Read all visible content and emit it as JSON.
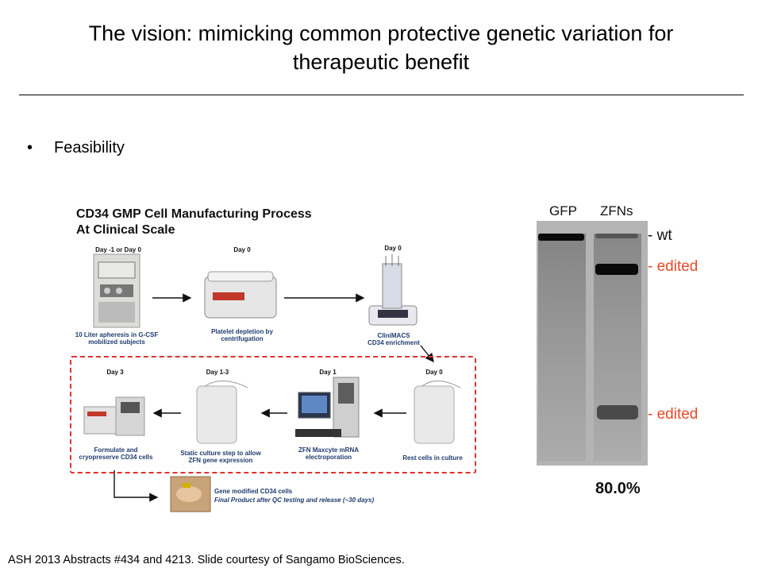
{
  "slide": {
    "title_line1": "The vision: mimicking common protective genetic variation for",
    "title_line2": "therapeutic benefit",
    "bullet": "Feasibility",
    "footer": "ASH 2013 Abstracts #434 and 4213. Slide courtesy of Sangamo BioSciences."
  },
  "process": {
    "title_line1": "CD34 GMP Cell Manufacturing Process",
    "title_line2": "At Clinical Scale",
    "steps": [
      {
        "day": "Day -1 or Day 0",
        "label1": "10 Liter apheresis in G-CSF",
        "label2": "mobilized subjects"
      },
      {
        "day": "Day 0",
        "label1": "Platelet depletion by",
        "label2": "centrifugation"
      },
      {
        "day": "Day 0",
        "label1": "CliniMACS",
        "label2": "CD34 enrichment"
      },
      {
        "day": "Day 0",
        "label1": "Rest cells in culture",
        "label2": ""
      },
      {
        "day": "Day 1",
        "label1": "ZFN Maxcyte mRNA",
        "label2": "electroporation"
      },
      {
        "day": "Day 1-3",
        "label1": "Static culture step to allow",
        "label2": "ZFN gene expression"
      },
      {
        "day": "Day 3",
        "label1": "Formulate and",
        "label2": "cryopreserve CD34 cells"
      }
    ],
    "final_line1": "Gene modified CD34 cells",
    "final_line2": "Final Product after QC testing and release (~30 days)"
  },
  "gel": {
    "lanes": [
      "GFP",
      "ZFNs"
    ],
    "bands": [
      "- wt",
      "- edited",
      "- edited"
    ],
    "percent": "80.0%",
    "colors": {
      "edited": "#e84a2a",
      "wt": "#111111"
    }
  }
}
